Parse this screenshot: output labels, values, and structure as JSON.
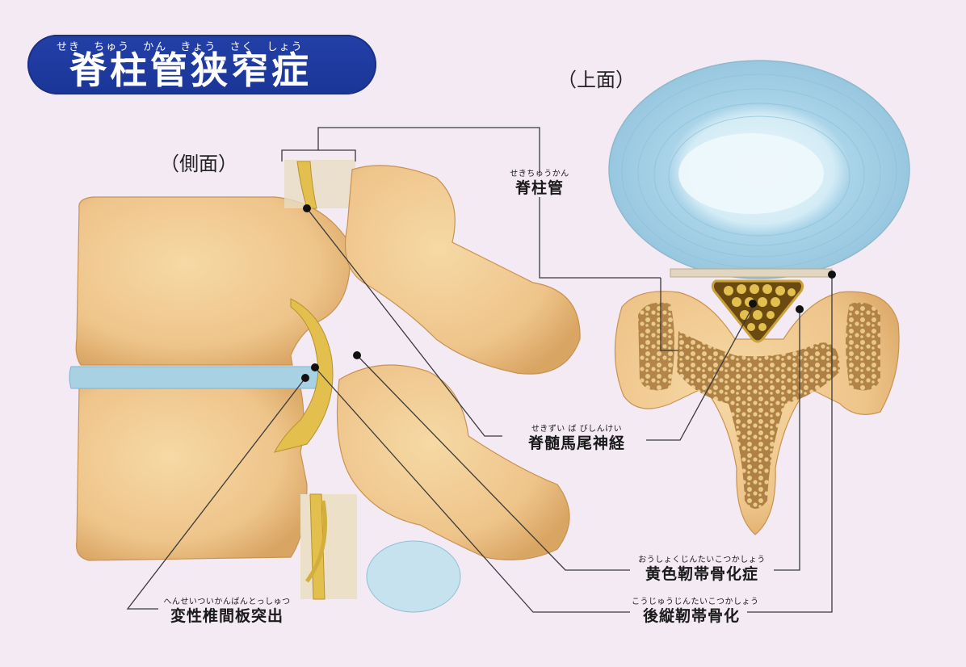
{
  "title": {
    "main": "脊柱管狭窄症",
    "ruby": "せき ちゅう かん きょう さく しょう",
    "banner_color": "#1f3a9e"
  },
  "views": {
    "side": "（側面）",
    "top": "（上面）"
  },
  "labels": [
    {
      "id": "spinal-canal",
      "ruby": "せきちゅうかん",
      "main": "脊柱管"
    },
    {
      "id": "cauda-equina",
      "ruby": "せきずい ば びしんけい",
      "main": "脊髄馬尾神経"
    },
    {
      "id": "degenerative-disc-herniation",
      "ruby": "へんせいついかんばんとっしゅつ",
      "main": "変性椎間板突出"
    },
    {
      "id": "ligamentum-flavum-ossification",
      "ruby": "おうしょくじんたいこつかしょう",
      "main": "黄色靭帯骨化症"
    },
    {
      "id": "posterior-longitudinal-ligament-ossification",
      "ruby": "こうじゅうじんたいこつかしょう",
      "main": "後縦靭帯骨化"
    }
  ],
  "colors": {
    "background": "#f3eaf3",
    "bone": "#eec98f",
    "bone_shade": "#d9a563",
    "disc": "#a9d3e6",
    "nerve": "#d8b43a",
    "leader_line": "#3a3a3a"
  }
}
